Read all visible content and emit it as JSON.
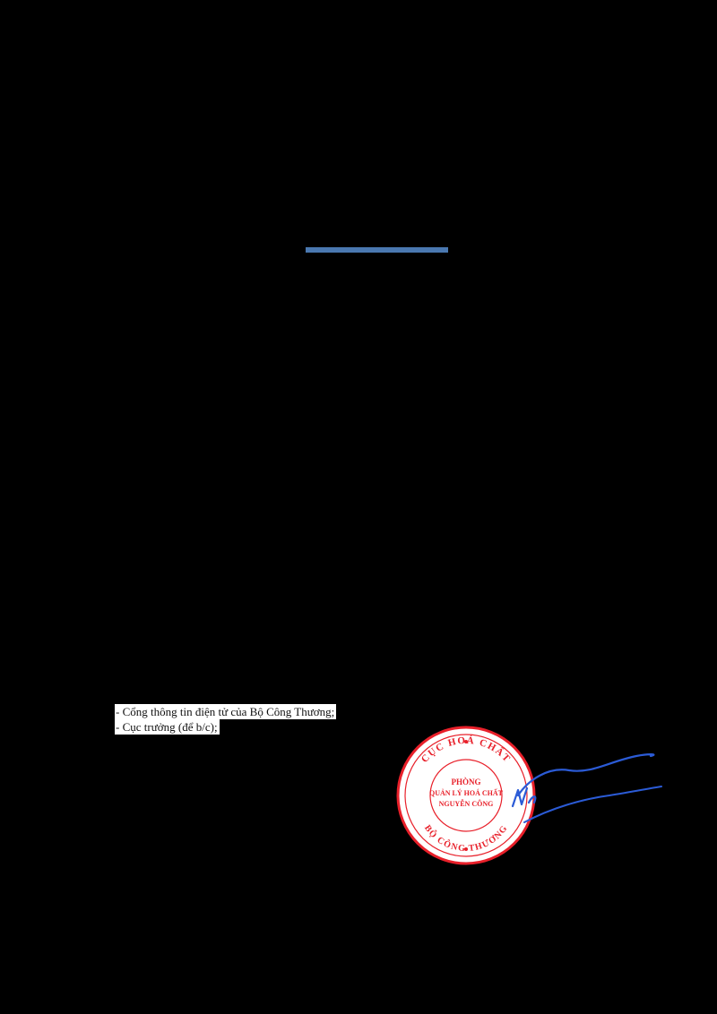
{
  "recipients": {
    "items": [
      "- Cổng thông tin điện tử của Bộ Công Thương;",
      "- Cục trưởng (để b/c);"
    ]
  },
  "seal": {
    "icon": "official-red-seal-icon",
    "color": "#e8202a",
    "text_top": "CỤC HOÁ CHẤT",
    "text_center_1": "PHÒNG",
    "text_center_2": "QUẢN LÝ HOÁ CHẤT",
    "text_center_3": "NGUYỄN CÔNG",
    "text_bottom": "BỘ CÔNG THƯƠNG"
  },
  "signature": {
    "icon": "handwritten-signature-icon",
    "color": "#2b5bd6"
  },
  "colors": {
    "background": "#000000",
    "header_rule": "#4a78b0"
  }
}
